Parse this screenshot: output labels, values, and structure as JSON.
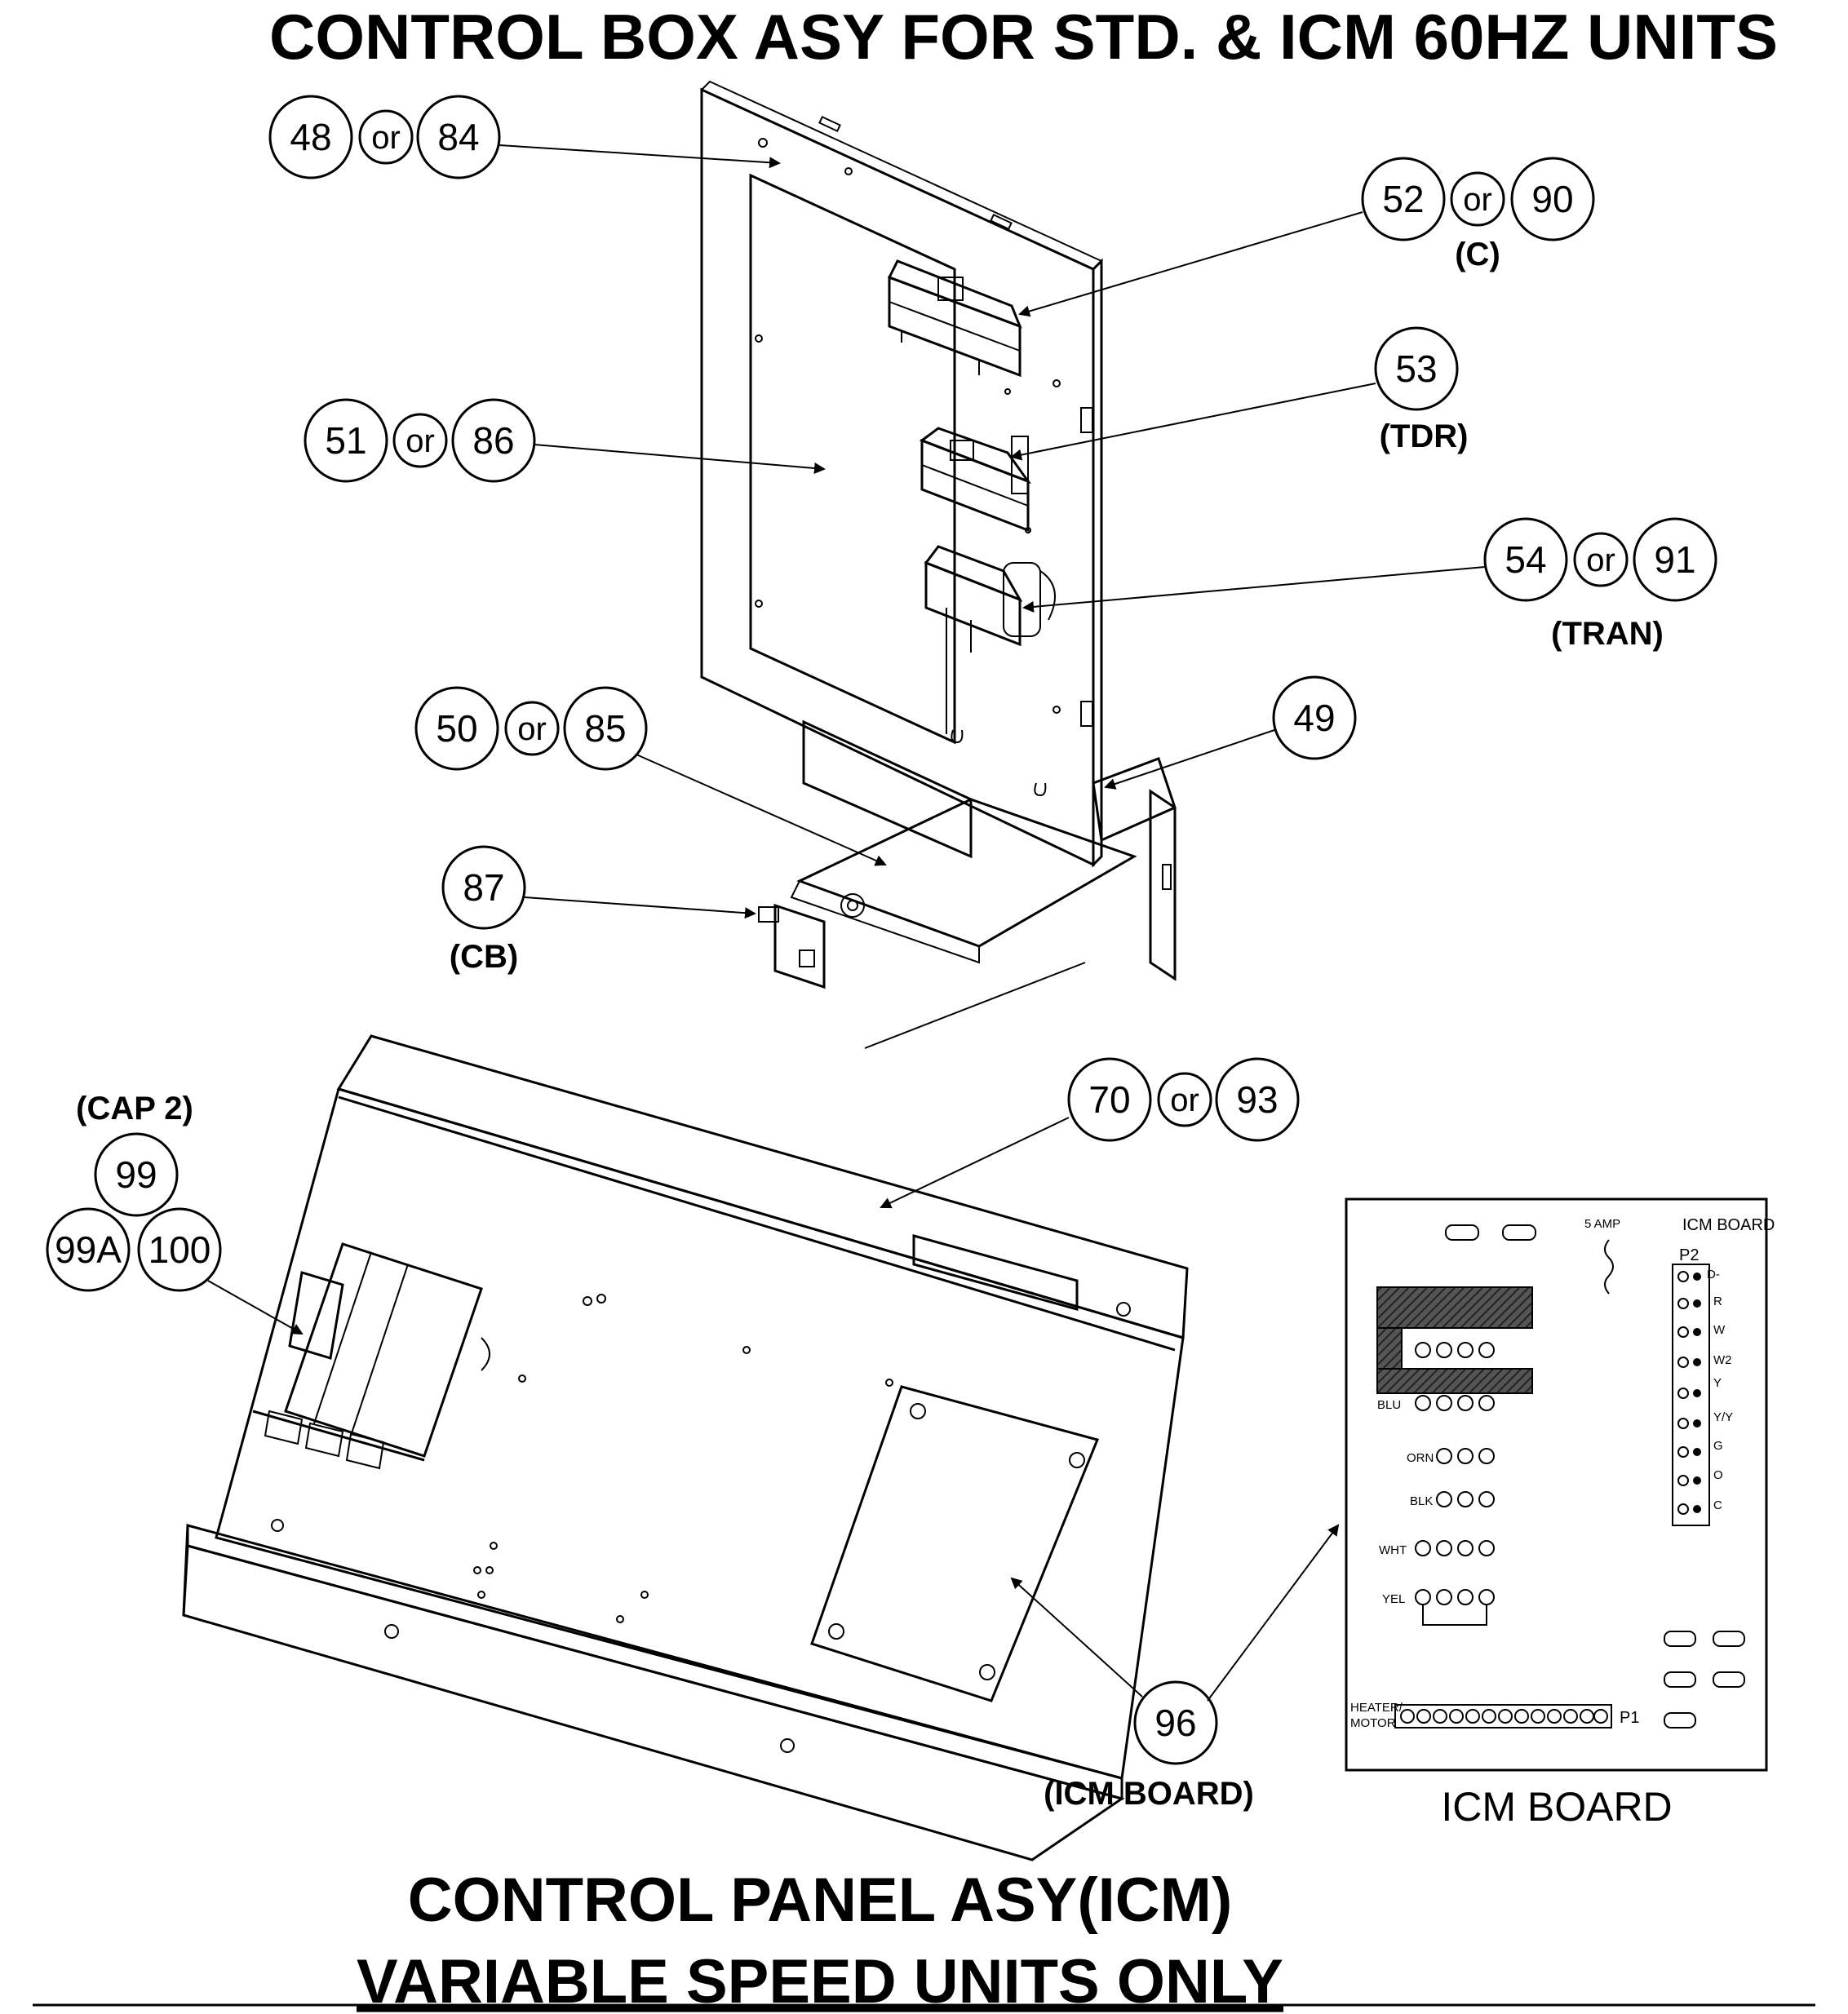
{
  "title": "CONTROL BOX ASY FOR STD. & ICM 60HZ UNITS",
  "bottom_title_1": "CONTROL PANEL ASY(ICM)",
  "bottom_title_2": "VARIABLE SPEED UNITS ONLY",
  "callouts": {
    "c48": "48",
    "c84": "84",
    "c52": "52",
    "c90": "90",
    "c52_abbr": "(C)",
    "c53": "53",
    "c53_abbr": "(TDR)",
    "c51": "51",
    "c86": "86",
    "c54": "54",
    "c91": "91",
    "c54_abbr": "(TRAN)",
    "c50": "50",
    "c85": "85",
    "c49": "49",
    "c87": "87",
    "c87_abbr": "(CB)",
    "cap2_abbr": "(CAP 2)",
    "c99": "99",
    "c99a": "99A",
    "c100": "100",
    "c70": "70",
    "c93": "93",
    "c96": "96",
    "c96_abbr": "(ICM BOARD)",
    "or": "or"
  },
  "icm_board": {
    "caption": "ICM BOARD",
    "header": "ICM BOARD",
    "fuse": "5 AMP",
    "p2": "P2",
    "p1": "P1",
    "heater_motor_1": "HEATER/",
    "heater_motor_2": "MOTOR",
    "p2_terminals": [
      "D-",
      "R",
      "W",
      "W2",
      "Y",
      "Y/Y",
      "G",
      "O",
      "C"
    ],
    "wire_colors": [
      "BLU",
      "ORN",
      "BLK",
      "WHT",
      "YEL"
    ]
  }
}
